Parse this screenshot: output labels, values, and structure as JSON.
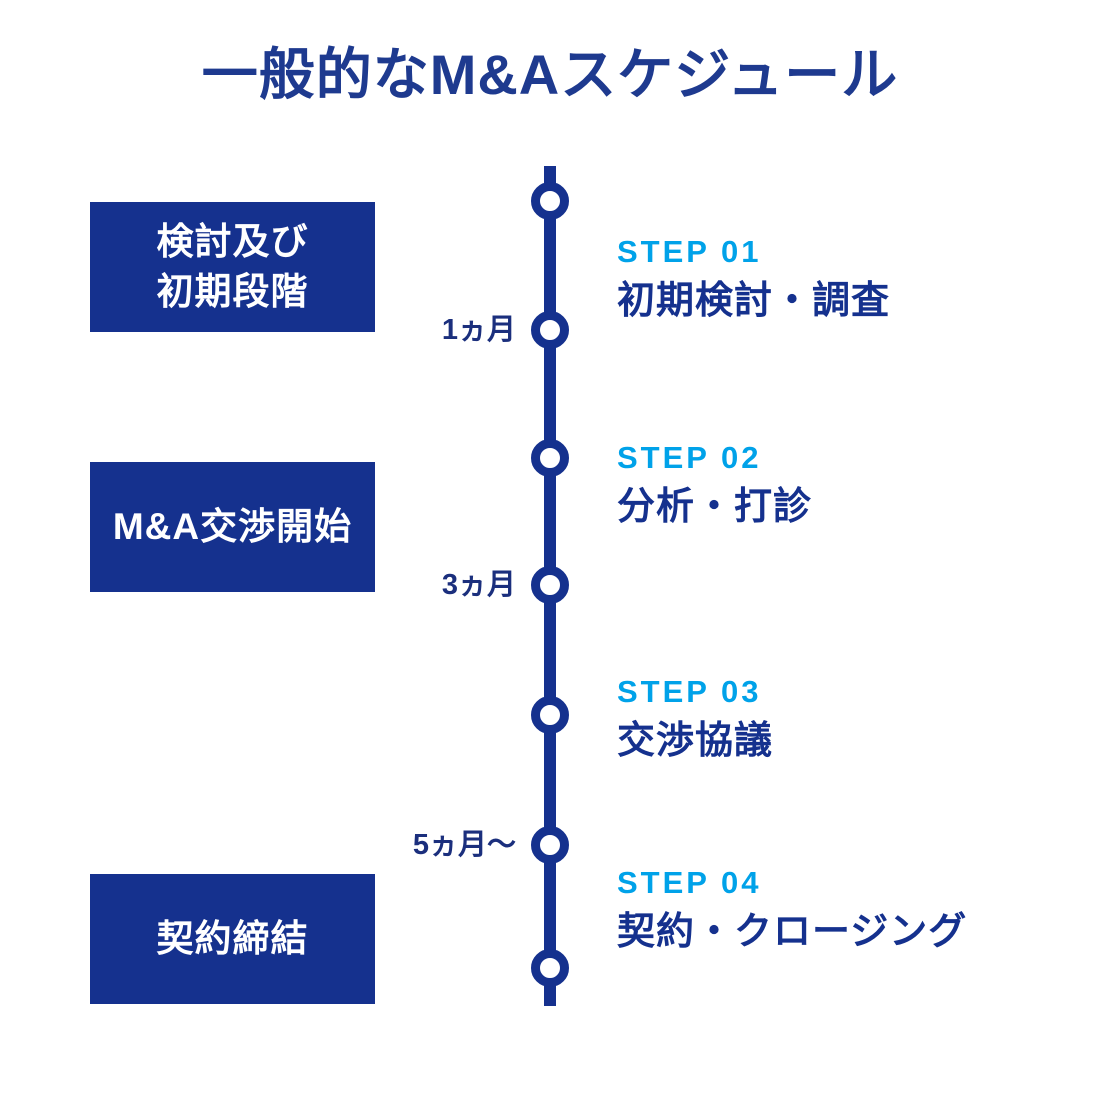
{
  "title": "一般的なM&Aスケジュール",
  "colors": {
    "primary_blue": "#15318E",
    "title_blue": "#1E3A8F",
    "accent_blue": "#00A2E9",
    "duration_label_navy": "#1B2F7D",
    "phase_box_text": "#FFFFFF",
    "background": "#FFFFFF"
  },
  "phases": [
    {
      "label": "検討及び\n初期段階"
    },
    {
      "label": "M&A交渉開始"
    },
    {
      "label": "契約締結"
    }
  ],
  "timeline": {
    "node_count": 7,
    "duration_labels": [
      {
        "text": "1ヵ月"
      },
      {
        "text": "3ヵ月"
      },
      {
        "text": "5ヵ月〜"
      }
    ]
  },
  "steps": [
    {
      "step": "STEP 01",
      "title": "初期検討・調査"
    },
    {
      "step": "STEP 02",
      "title": "分析・打診"
    },
    {
      "step": "STEP 03",
      "title": "交渉協議"
    },
    {
      "step": "STEP 04",
      "title": "契約・クロージング"
    }
  ]
}
